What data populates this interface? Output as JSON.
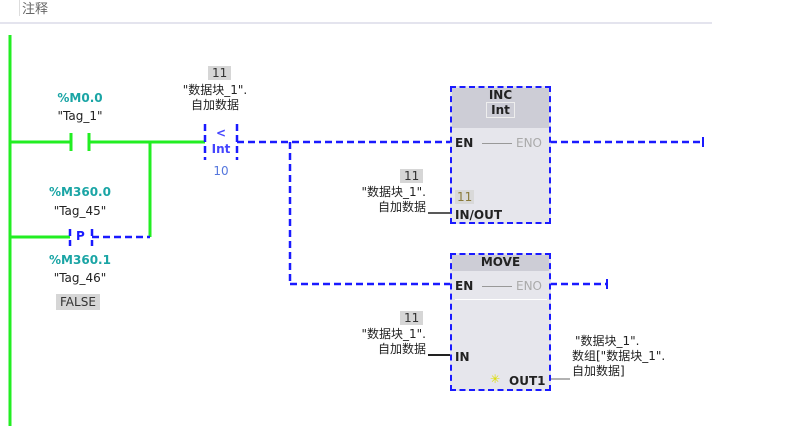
{
  "header": {
    "comment_label": "注释"
  },
  "contact1": {
    "address": "%M0.0",
    "tag": "\"Tag_1\""
  },
  "contact2": {
    "address": "%M360.0",
    "tag": "\"Tag_45\"",
    "type": "P",
    "edge_address": "%M360.1",
    "edge_tag": "\"Tag_46\"",
    "edge_value": "FALSE"
  },
  "compare": {
    "value": "11",
    "operand_line1": "\"数据块_1\".",
    "operand_line2": "自加数据",
    "op": "<",
    "type": "Int",
    "compare_value": "10"
  },
  "inc": {
    "title": "INC",
    "type": "Int",
    "en": "EN",
    "eno": "ENO",
    "inout_label": "IN/OUT",
    "inout_value": "11",
    "operand_value": "11",
    "operand_line1": "\"数据块_1\".",
    "operand_line2": "自加数据"
  },
  "move": {
    "title": "MOVE",
    "en": "EN",
    "eno": "ENO",
    "in_label": "IN",
    "out_label": "OUT1",
    "in_value": "11",
    "in_line1": "\"数据块_1\".",
    "in_line2": "自加数据",
    "out_line1": "\"数据块_1\".",
    "out_line2": "数组[\"数据块_1\".",
    "out_line3": "自加数据]"
  },
  "colors": {
    "powered": "#22ee22",
    "unpowered": "#1a1aff"
  }
}
